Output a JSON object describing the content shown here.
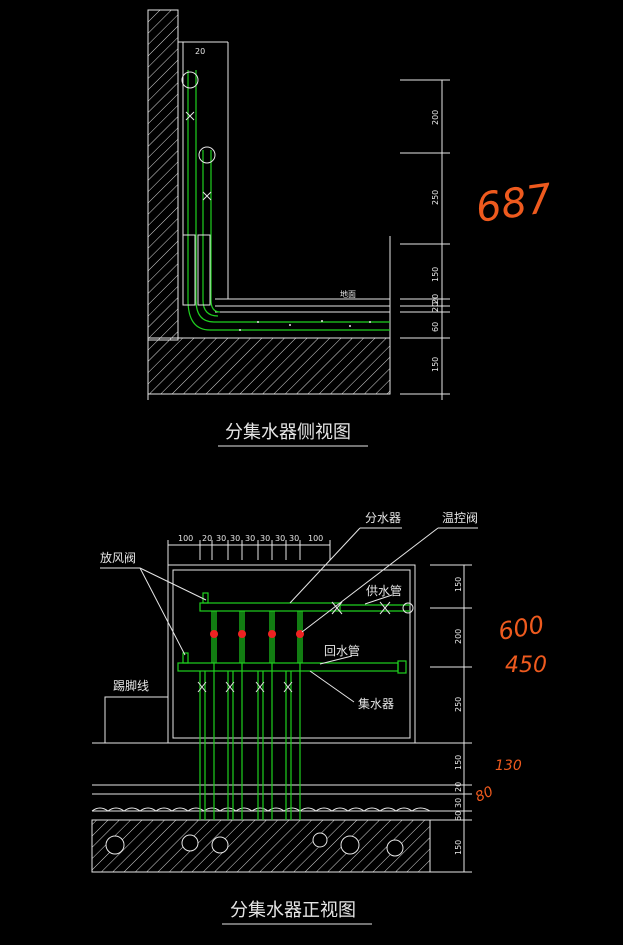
{
  "side_view": {
    "title": "分集水器侧视图",
    "top_dim": "20",
    "floor_label": "地面",
    "dims": [
      "200",
      "250",
      "150",
      "20",
      "20",
      "60",
      "150"
    ]
  },
  "front_view": {
    "title": "分集水器正视图",
    "top_dims": [
      "100",
      "20",
      "30",
      "30",
      "30",
      "30",
      "30",
      "30",
      "100"
    ],
    "right_dims": [
      "150",
      "200",
      "250",
      "150",
      "20",
      "30",
      "60",
      "150"
    ],
    "labels": {
      "distributor": "分水器",
      "temp_valve": "温控阀",
      "air_valve": "放风阀",
      "supply_pipe": "供水管",
      "return_pipe": "回水管",
      "collector": "集水器",
      "skirting": "踢脚线"
    }
  },
  "annotations": {
    "a1": "687",
    "a2": "600",
    "a3": "450",
    "a4": "130",
    "a5": "80"
  }
}
